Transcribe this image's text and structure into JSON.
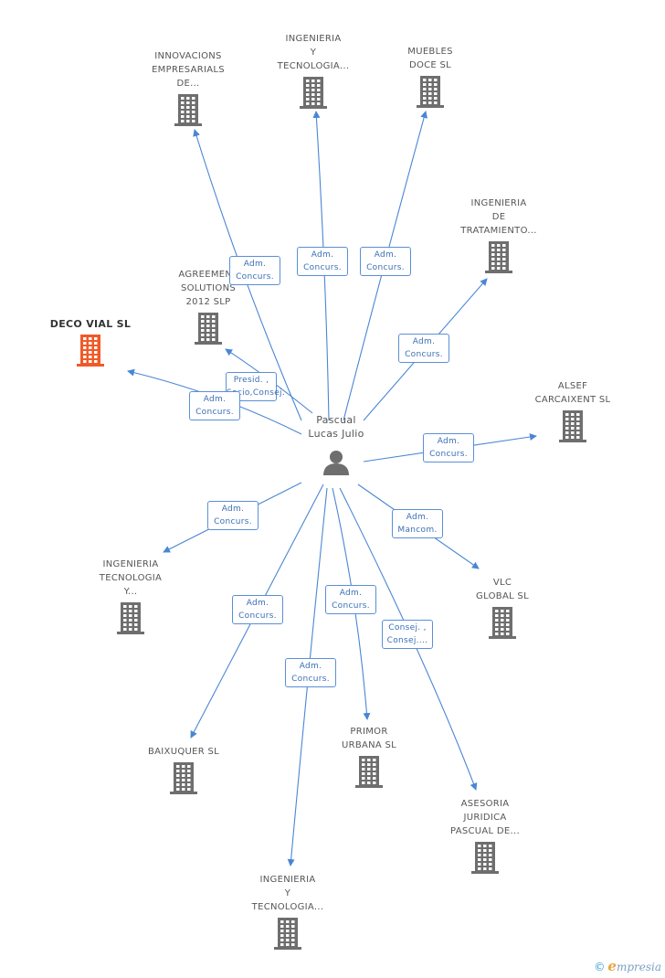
{
  "person": {
    "name": "Pascual\nLucas Julio"
  },
  "companies": [
    {
      "id": "innovacions",
      "label": "INNOVACIONS\nEMPRESARIALS\nDE...",
      "highlight": false
    },
    {
      "id": "ing-tec-top",
      "label": "INGENIERIA\nY\nTECNOLOGIA...",
      "highlight": false
    },
    {
      "id": "muebles",
      "label": "MUEBLES\nDOCE SL",
      "highlight": false
    },
    {
      "id": "ing-trat",
      "label": "INGENIERIA\nDE\nTRATAMIENTO...",
      "highlight": false
    },
    {
      "id": "agreement",
      "label": "AGREEMENT\nSOLUTIONS\n2012 SLP",
      "highlight": false
    },
    {
      "id": "decovial",
      "label": "DECO VIAL SL",
      "highlight": true
    },
    {
      "id": "alsef",
      "label": "ALSEF\nCARCAIXENT SL",
      "highlight": false
    },
    {
      "id": "ing-tec-left",
      "label": "INGENIERIA\nTECNOLOGIA\nY...",
      "highlight": false
    },
    {
      "id": "vlc",
      "label": "VLC\nGLOBAL SL",
      "highlight": false
    },
    {
      "id": "baixuquer",
      "label": "BAIXUQUER SL",
      "highlight": false
    },
    {
      "id": "primor",
      "label": "PRIMOR\nURBANA SL",
      "highlight": false
    },
    {
      "id": "asesoria",
      "label": "ASESORIA\nJURIDICA\nPASCUAL DE...",
      "highlight": false
    },
    {
      "id": "ing-tec-bottom",
      "label": "INGENIERIA\nY\nTECNOLOGIA...",
      "highlight": false
    }
  ],
  "roles": [
    {
      "to": "innovacions",
      "label": "Adm.\nConcurs."
    },
    {
      "to": "ing-tec-top",
      "label": "Adm.\nConcurs."
    },
    {
      "to": "muebles",
      "label": "Adm.\nConcurs."
    },
    {
      "to": "ing-trat",
      "label": "Adm.\nConcurs."
    },
    {
      "to": "agreement",
      "label": "Presid. ,\nSocio,Consej."
    },
    {
      "to": "decovial",
      "label": "Adm.\nConcurs."
    },
    {
      "to": "alsef",
      "label": "Adm.\nConcurs."
    },
    {
      "to": "ing-tec-left",
      "label": "Adm.\nConcurs."
    },
    {
      "to": "vlc",
      "label": "Adm.\nMancom."
    },
    {
      "to": "baixuquer",
      "label": "Adm.\nConcurs."
    },
    {
      "to": "primor",
      "label": "Adm.\nConcurs."
    },
    {
      "to": "asesoria",
      "label": "Consej. ,\nConsej...."
    },
    {
      "to": "ing-tec-bottom",
      "label": "Adm.\nConcurs."
    }
  ],
  "colors": {
    "edge": "#4a86d4",
    "building": "#6e6e6e",
    "highlight": "#f05a28",
    "badge_border": "#5b8fd6"
  },
  "footer": {
    "copyright": "©",
    "brand_initial": "e",
    "brand_rest": "mpresia"
  }
}
